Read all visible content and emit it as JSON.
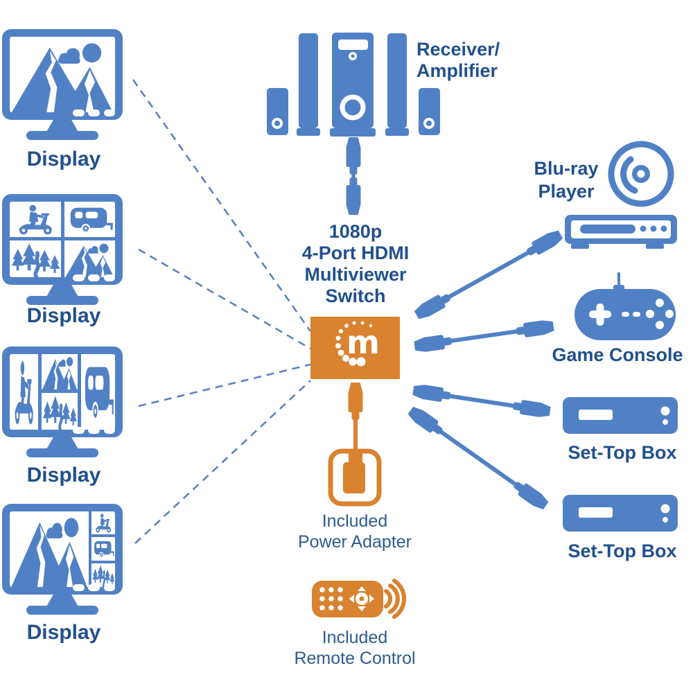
{
  "colors": {
    "device_blue": "#5181c5",
    "label_navy": "#21508c",
    "caption_blue": "#2d5c8f",
    "accent_orange": "#d9822f",
    "dash_blue": "#5b82c0"
  },
  "displays": [
    {
      "label": "Display"
    },
    {
      "label": "Display"
    },
    {
      "label": "Display"
    },
    {
      "label": "Display"
    }
  ],
  "receiver": {
    "label_line1": "Receiver/",
    "label_line2": "Amplifier"
  },
  "switch": {
    "title_line1": "1080p",
    "title_line2": "4-Port HDMI",
    "title_line3": "Multiviewer",
    "title_line4": "Switch",
    "logo_letter": "m"
  },
  "sources": {
    "bluray": {
      "label_line1": "Blu-ray",
      "label_line2": "Player"
    },
    "game_console": {
      "label": "Game Console"
    },
    "settop_box_1": {
      "label": "Set-Top Box"
    },
    "settop_box_2": {
      "label": "Set-Top Box"
    }
  },
  "included": {
    "power_adapter": {
      "label_line1": "Included",
      "label_line2": "Power Adapter"
    },
    "remote_control": {
      "label_line1": "Included",
      "label_line2": "Remote Control"
    }
  }
}
